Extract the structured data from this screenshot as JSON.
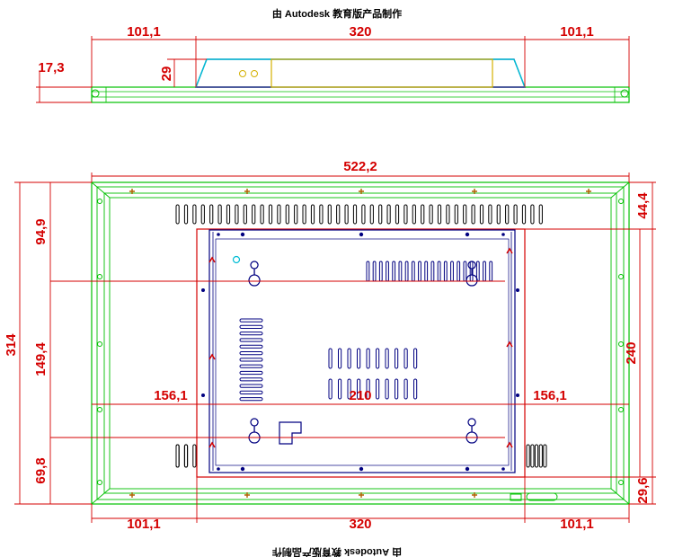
{
  "watermark_top": "由 Autodesk 教育版产品制作",
  "watermark_bottom": "由 Autodesk 教育版产品制作",
  "colors": {
    "outline": "#00c000",
    "dimension": "#d40000",
    "panel": "#000080",
    "detail": "#00bcd4",
    "marker": "#d4b000"
  },
  "side_view": {
    "left_overhang": "101,1",
    "width": "320",
    "right_overhang": "101,1",
    "thickness": "17,3",
    "height": "29"
  },
  "front_view": {
    "overall_width": "522,2",
    "overall_height": "314",
    "top_offset": "94,9",
    "mount_spacing_v": "149,4",
    "bottom_offset": "69,8",
    "top_margin": "44,4",
    "mount_height": "240",
    "bottom_margin": "29,6",
    "left_offset": "156,1",
    "mount_spacing_h": "210",
    "right_offset": "156,1",
    "bottom_left": "101,1",
    "bottom_width": "320",
    "bottom_right": "101,1"
  }
}
